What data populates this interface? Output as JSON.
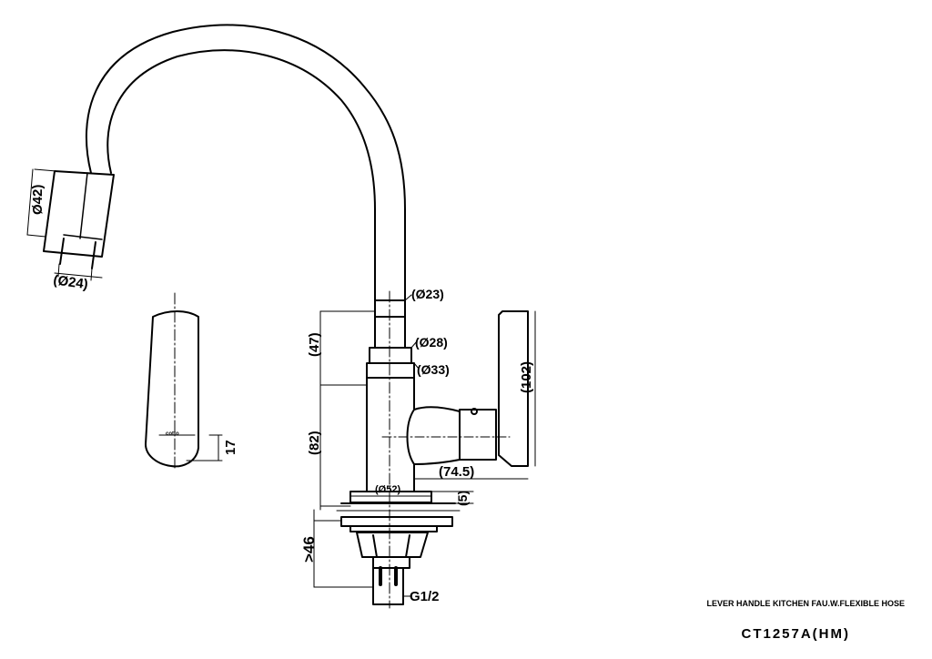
{
  "dimensions": {
    "spout_outer_dia": "Ø42)",
    "spout_inner_dia": "(Ø24)",
    "body_dia_top": "(Ø23)",
    "body_dia_mid": "(Ø28)",
    "body_dia_low": "(Ø33)",
    "base_dia": "(Ø52)",
    "upper_height": "(47)",
    "body_height": "(82)",
    "handle_height": "(102)",
    "handle_reach": "(74.5)",
    "base_thickness": "(5)",
    "max_deck": ">46",
    "handle_side_dim": "17",
    "thread": "G1/2"
  },
  "title": {
    "description": "LEVER HANDLE KITCHEN FAU.W.FLEXIBLE HOSE",
    "model": "CT1257A(HM)"
  },
  "logo_text": "cotto"
}
